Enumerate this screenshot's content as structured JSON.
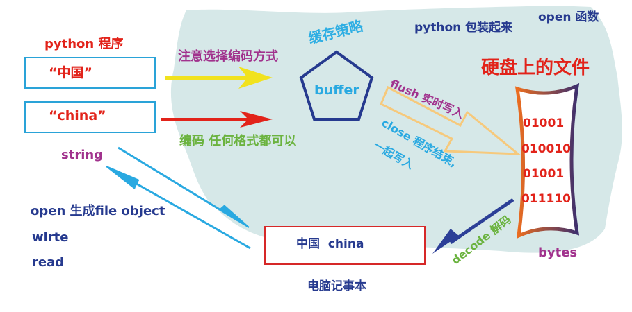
{
  "colors": {
    "cloud": "#d6e8e8",
    "red": "#e2231a",
    "purple": "#a1328d",
    "navy": "#263a8f",
    "cyan": "#29a9e1",
    "green": "#6bb33f",
    "yellow": "#f1e21e",
    "sky": "#2eaee3",
    "box_border": "#2aa3d8",
    "bytes_left": "#ec6d1f",
    "bytes_right": "#3e2f6d",
    "flush_arrow": "#f6c97c",
    "decode_arrow": "#2c3f97"
  },
  "labels": {
    "python_program": "python 程序",
    "input_zh": "“中国”",
    "input_en": "“china”",
    "string": "string",
    "choose_encoding": "注意选择编码方式",
    "encoding_any": "编码 任何格式都可以",
    "cache_strategy": "缓存策略",
    "buffer": "buffer",
    "python_wrap": "python 包装起来",
    "open_func": "open 函数",
    "disk_file": "硬盘上的文件",
    "flush": "flush 实时写入",
    "close_line1": "close 程序结束,",
    "close_line2": "一起写入",
    "decode": "decode 解码",
    "bytes": "bytes",
    "open_obj": "open 生成file object",
    "write": "wirte",
    "read": "read",
    "notepad_content": "中国  china",
    "notepad": "电脑记事本"
  },
  "bits": [
    "01001",
    "010010",
    "01001",
    "011110"
  ]
}
